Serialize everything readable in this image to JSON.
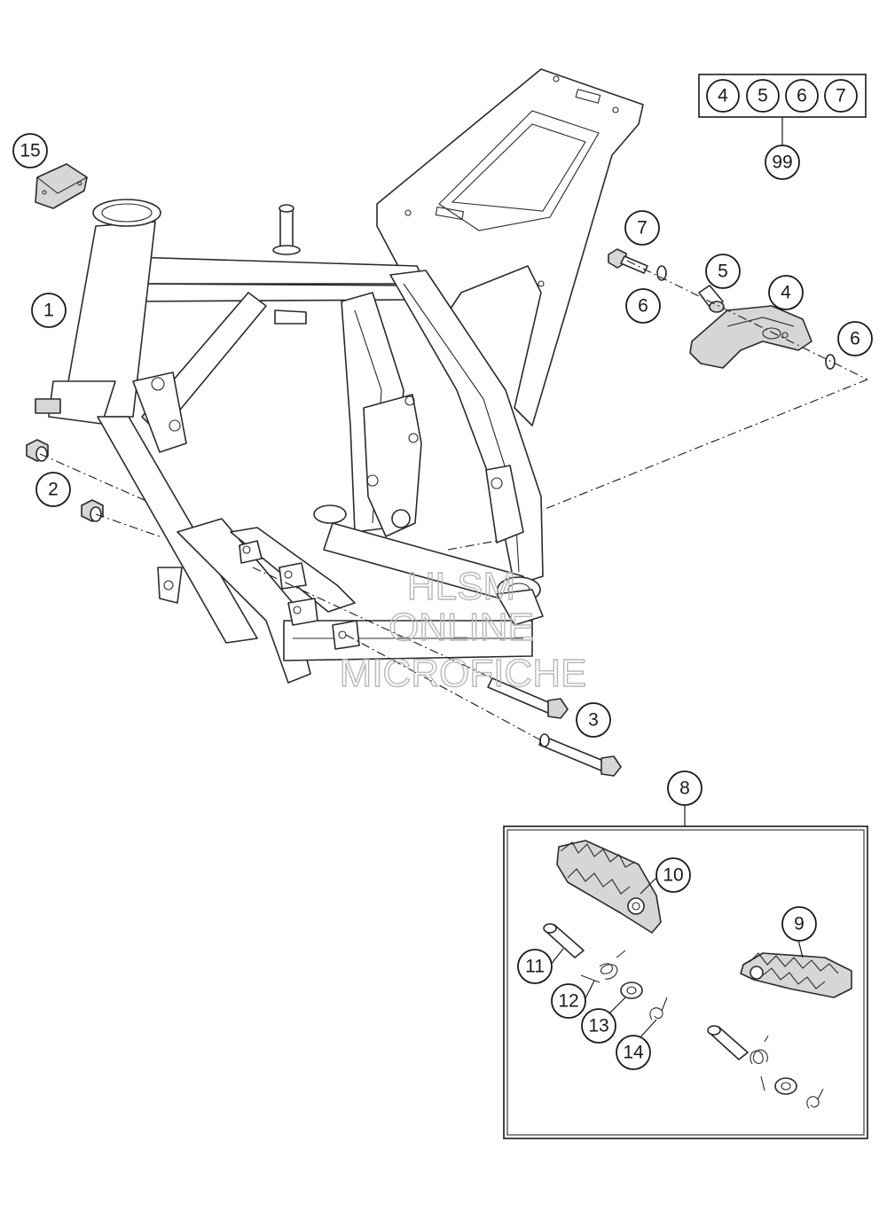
{
  "watermark": {
    "line1": "HLSM",
    "line2": "ONLINE",
    "line3": "MICROFICHE"
  },
  "kit_box": {
    "labels": [
      "4",
      "5",
      "6",
      "7"
    ],
    "kit_number": "99"
  },
  "callouts": {
    "c1": "1",
    "c2": "2",
    "c3": "3",
    "c4": "4",
    "c5": "5",
    "c6a": "6",
    "c6b": "6",
    "c7": "7",
    "c8": "8",
    "c9": "9",
    "c10": "10",
    "c11": "11",
    "c12": "12",
    "c13": "13",
    "c14": "14",
    "c15": "15"
  }
}
